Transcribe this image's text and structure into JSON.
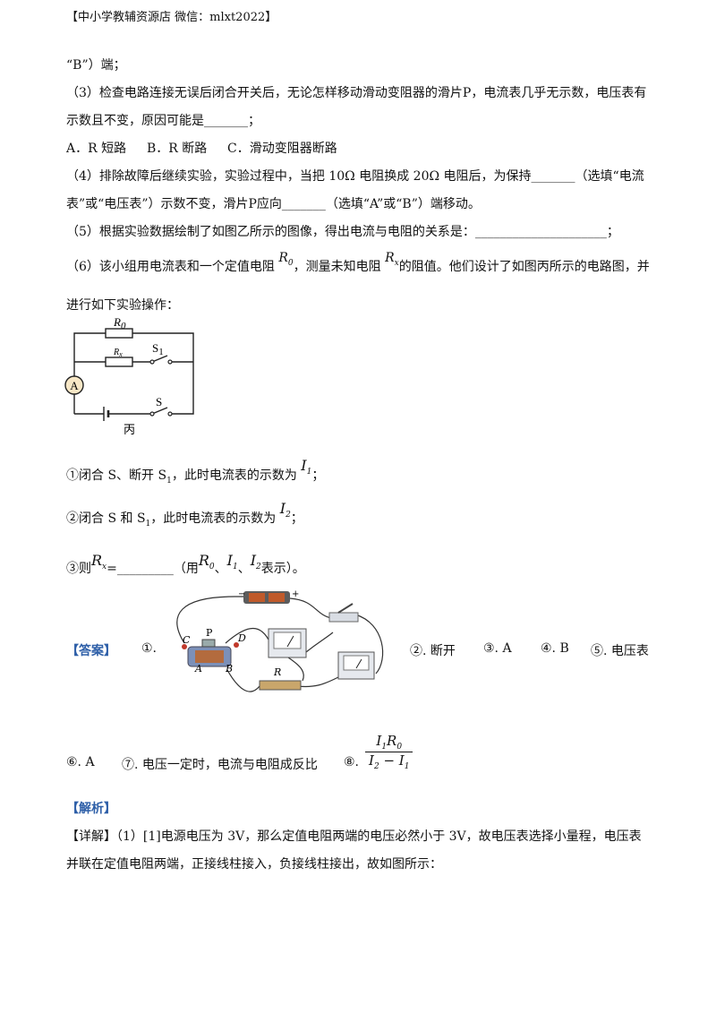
{
  "header": "【中小学教辅资源店 微信：mlxt2022】",
  "lines": {
    "l1": "“B”）端；",
    "l2": "（3）检查电路连接无误后闭合开关后，无论怎样移动滑动变阻器的滑片P，电流表几乎无示数，电压表有",
    "l3": "示数且不变，原因可能是_______；",
    "l4_a": "A．R 短路",
    "l4_b": "B．R 断路",
    "l4_c": "C．滑动变阻器断路",
    "l5": "（4）排除故障后继续实验，实验过程中，当把 10Ω 电阻换成 20Ω 电阻后，为保持_______（选填“电流",
    "l6": "表”或“电压表”）示数不变，滑片P应向_______（选填“A”或“B”）端移动。",
    "l7": "（5）根据实验数据绘制了如图乙所示的图像，得出电流与电阻的关系是：_____________________；",
    "l8_a": "（6）该小组用电流表和一个定值电阻",
    "l8_b": "，测量未知电阻",
    "l8_c": "的阻值。他们设计了如图丙所示的电路图，并",
    "l9": "进行如下实验操作：",
    "step1_a": "①闭合 S、断开 S",
    "step1_b": "，此时电流表的示数为",
    "step1_c": "；",
    "step2_a": "②闭合 S 和 S",
    "step2_b": "，此时电流表的示数为",
    "step2_c": "；",
    "step3_a": "③则",
    "step3_b": "=_________（用",
    "step3_c": "、",
    "step3_d": "、",
    "step3_e": "表示）。",
    "answer_label": "【答案】",
    "ans1": "①.",
    "ans2": "②. 断开",
    "ans3": "③. A",
    "ans4": "④. B",
    "ans5": "⑤. 电压表",
    "ans6": "⑥. A",
    "ans7": "⑦. 电压一定时，电流与电阻成反比",
    "ans8": "⑧.",
    "analysis_label": "【解析】",
    "detail_label": "【详解】",
    "detail1": "（1）[1]电源电压为 3V，那么定值电阻两端的电压必然小于 3V，故电压表选择小量程，电压表",
    "detail2": "并联在定值电阻两端，正接线柱接入，负接线柱接出，故如图所示："
  },
  "symbols": {
    "R": "R",
    "sub0": "0",
    "subx": "x",
    "I": "I",
    "sub1": "1",
    "sub2": "2"
  },
  "circuit": {
    "R0": "R",
    "R0_sub": "0",
    "Rx": "R",
    "Rx_sub": "x",
    "S1": "S",
    "S1_sub": "1",
    "S": "S",
    "ammeter": "A",
    "caption": "丙"
  },
  "photo_labels": {
    "C": "C",
    "D": "D",
    "P": "P",
    "A": "A",
    "B": "B",
    "R": "R",
    "minus": "−",
    "plus": "+"
  },
  "fraction": {
    "num_I": "I",
    "num_I_sub": "1",
    "num_R": "R",
    "num_R_sub": "0",
    "den_I2": "I",
    "den_I2_sub": "2",
    "den_minus": " − ",
    "den_I1": "I",
    "den_I1_sub": "1"
  }
}
